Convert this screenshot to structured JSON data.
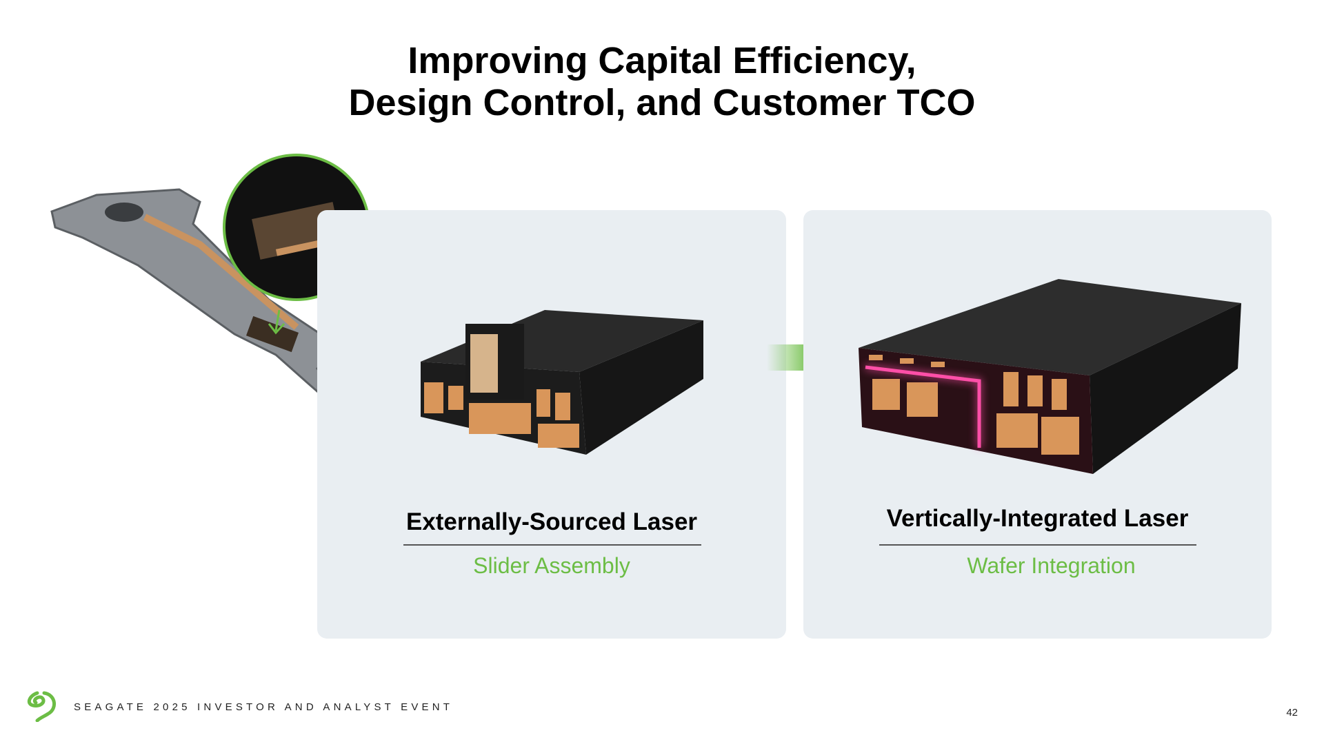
{
  "title": {
    "line1": "Improving Capital Efficiency,",
    "line2": "Design Control, and Customer TCO"
  },
  "panels": [
    {
      "heading": "Externally-Sourced Laser",
      "subheading": "Slider Assembly"
    },
    {
      "heading": "Vertically-Integrated Laser",
      "subheading": "Wafer Integration"
    }
  ],
  "footer": {
    "event": "SEAGATE 2025 INVESTOR AND ANALYST EVENT",
    "page": "42"
  },
  "colors": {
    "accent": "#6cbd45",
    "panel": "#e9eef2",
    "laser": "#ff4fa8",
    "copper": "#d9965a"
  }
}
